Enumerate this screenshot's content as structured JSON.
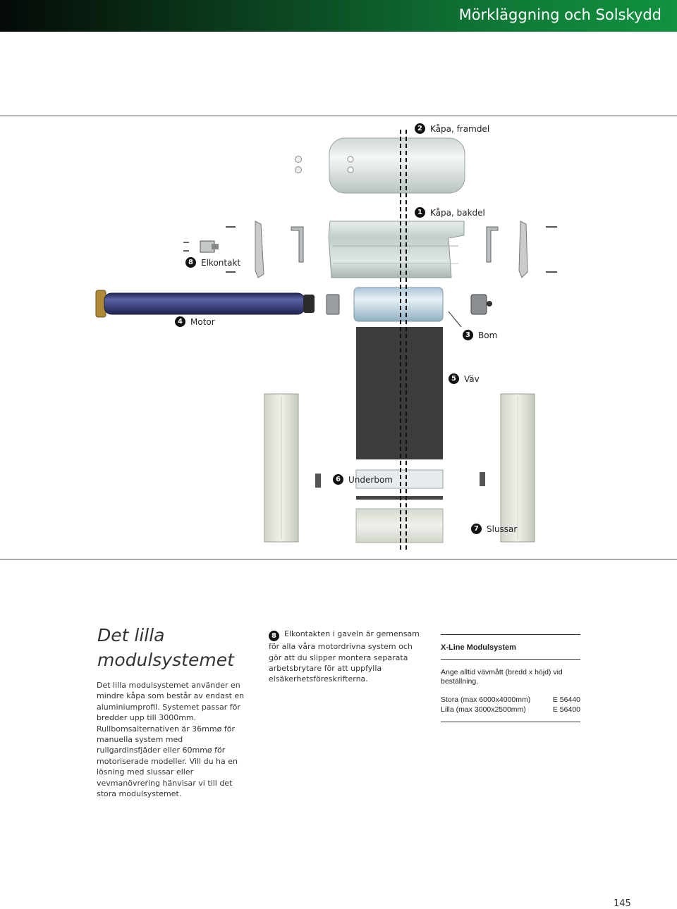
{
  "header": {
    "title": "Mörkläggning och Solskydd"
  },
  "diagram": {
    "labels": [
      {
        "num": "2",
        "text": "Kåpa, framdel"
      },
      {
        "num": "1",
        "text": "Kåpa, bakdel"
      },
      {
        "num": "8",
        "text": "Elkontakt"
      },
      {
        "num": "4",
        "text": "Motor"
      },
      {
        "num": "3",
        "text": "Bom"
      },
      {
        "num": "5",
        "text": "Väv"
      },
      {
        "num": "6",
        "text": "Underbom"
      },
      {
        "num": "7",
        "text": "Slussar"
      }
    ]
  },
  "intro": {
    "title": "Det lilla modulsystemet",
    "body": "Det lilla modulsystemet använder en mindre kåpa som består av endast en aluminiumprofil. Systemet passar för bredder upp till 3000mm. Rullbomsalternativen är 36mmø för manuella system med rullgardinsfjäder eller 60mmø för motoriserade modeller. Vill du ha en lösning med slussar eller vevmanövrering hänvisar vi till det stora modulsystemet."
  },
  "note": {
    "num": "8",
    "text": "Elkontakten i gaveln är gemensam för alla våra motordrivna system och gör att du slipper montera separata arbetsbrytare för att uppfylla elsäkerhetsföreskrifterna."
  },
  "xline": {
    "title": "X-Line Modulsystem",
    "note": "Ange alltid vävmått (bredd x höjd) vid beställning.",
    "rows": [
      {
        "label": "Stora (max 6000x4000mm)",
        "code": "E 56440"
      },
      {
        "label": "Lilla (max 3000x2500mm)",
        "code": "E 56400"
      }
    ]
  },
  "page_number": "145",
  "colors": {
    "header_start": "#050a07",
    "header_end": "#11923f",
    "motor": "#3a3f78",
    "fabric": "#3a3d3c"
  }
}
